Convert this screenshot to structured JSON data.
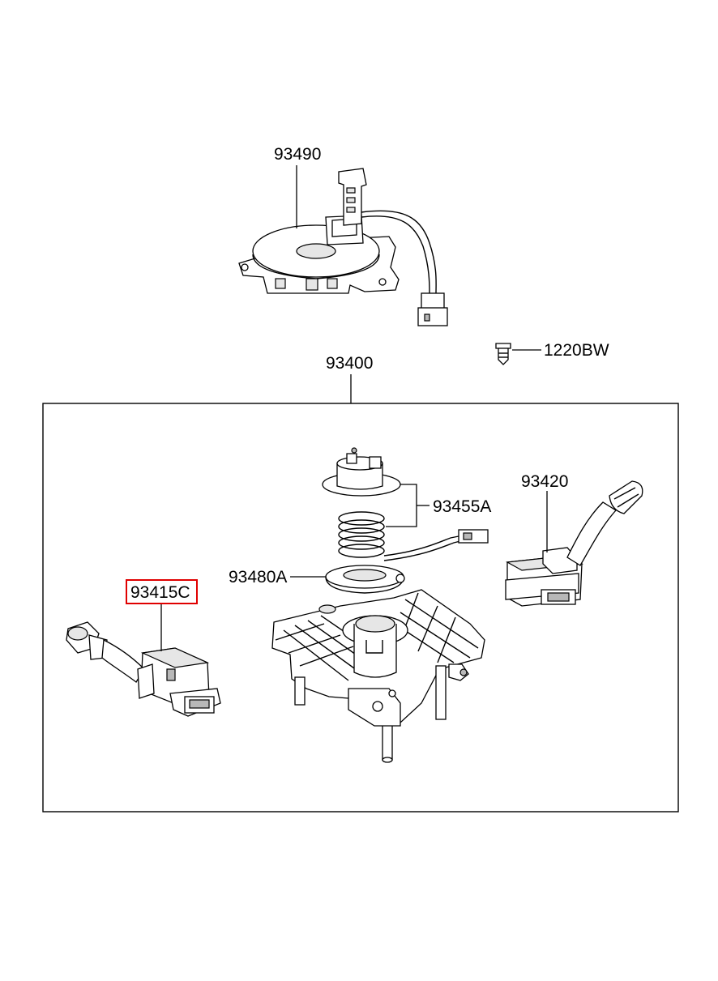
{
  "diagram": {
    "highlight_color": "#e00000",
    "parts": [
      {
        "id": "p93490",
        "label": "93490",
        "name": "clock-spring"
      },
      {
        "id": "p1220bw",
        "label": "1220BW",
        "name": "screw"
      },
      {
        "id": "p93400",
        "label": "93400",
        "name": "combination-switch-assembly"
      },
      {
        "id": "p93455a",
        "label": "93455A",
        "name": "cancel-cam-and-spring"
      },
      {
        "id": "p93420",
        "label": "93420",
        "name": "wiper-switch"
      },
      {
        "id": "p93480a",
        "label": "93480A",
        "name": "contact-plate"
      },
      {
        "id": "p93415c",
        "label": "93415C",
        "name": "lighting-switch",
        "highlighted": true
      }
    ]
  }
}
